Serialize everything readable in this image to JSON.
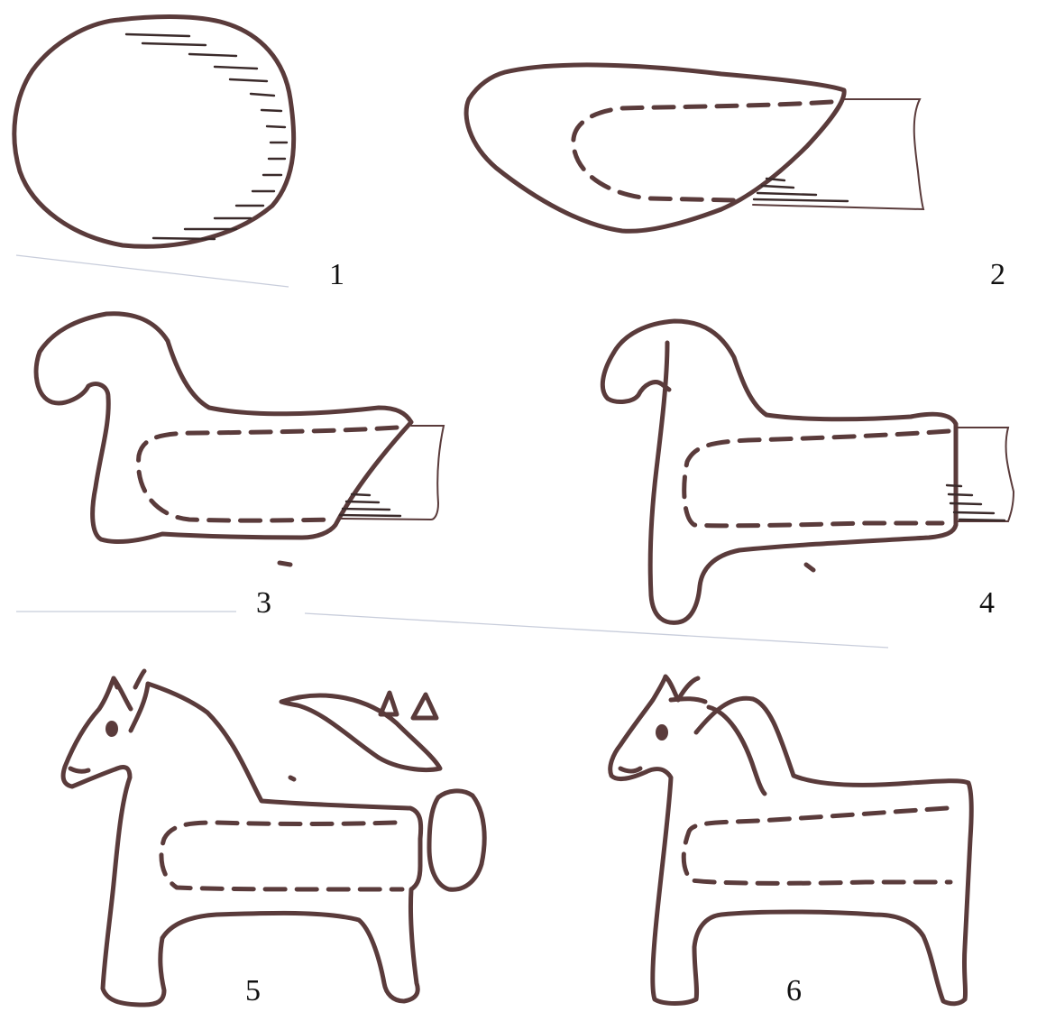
{
  "colors": {
    "ink": "#5a3b3b",
    "hatch": "#3a2a2a",
    "label": "#111111",
    "rule": "#9aa4bd"
  },
  "steps": [
    {
      "label": "1"
    },
    {
      "label": "2"
    },
    {
      "label": "3"
    },
    {
      "label": "4"
    },
    {
      "label": "5"
    },
    {
      "label": "6"
    }
  ]
}
